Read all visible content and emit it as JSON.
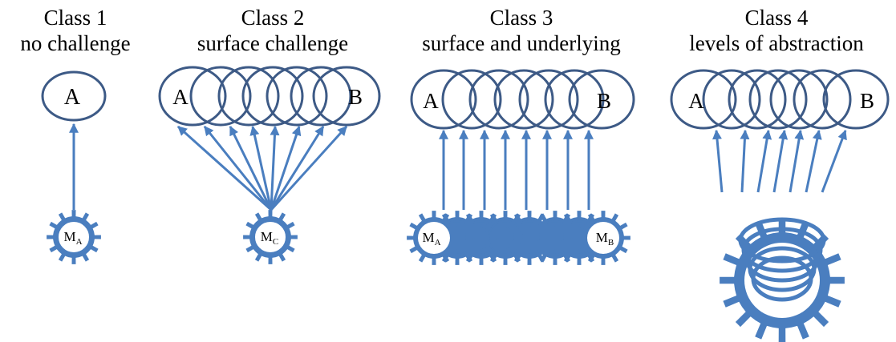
{
  "colors": {
    "stroke_dark": "#3d5a86",
    "accent": "#4a7ebf",
    "text": "#000000"
  },
  "panels": [
    {
      "title": "Class 1",
      "subtitle": "no challenge"
    },
    {
      "title": "Class 2",
      "subtitle": "surface challenge"
    },
    {
      "title": "Class 3",
      "subtitle": "surface and underlying"
    },
    {
      "title": "Class 4",
      "subtitle": "levels of abstraction"
    }
  ],
  "labels": {
    "a": "A",
    "b": "B",
    "m_main": "M",
    "sub_a": "A",
    "sub_b": "B",
    "sub_c": "C"
  },
  "icons": {
    "concept": "ellipse-icon",
    "mechanism": "gear-icon",
    "link": "arrow-icon"
  }
}
